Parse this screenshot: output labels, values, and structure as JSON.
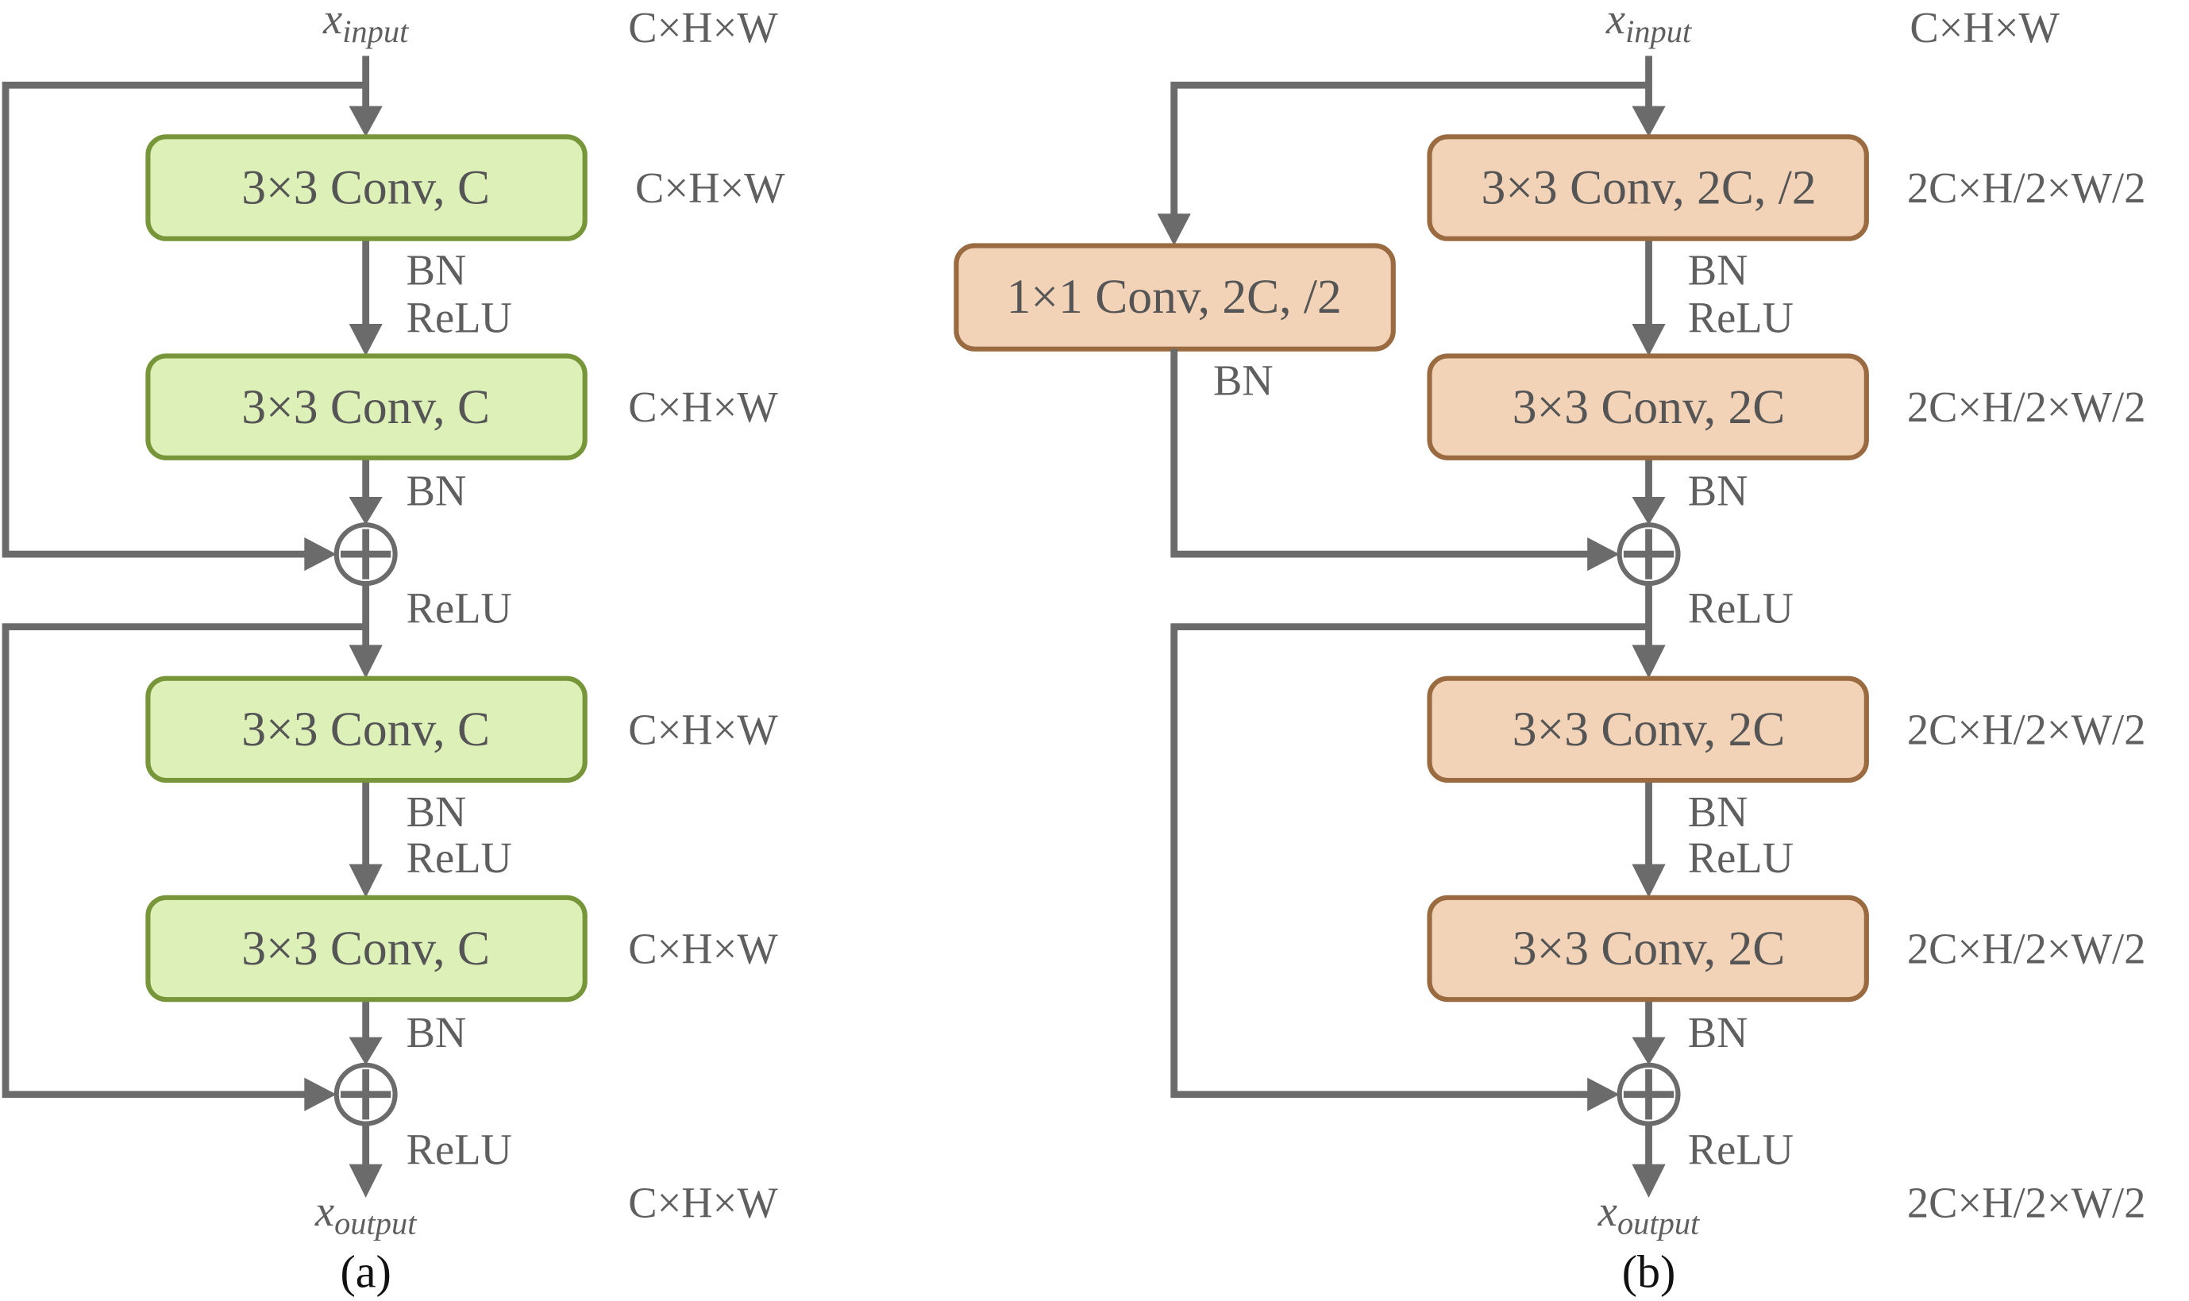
{
  "colors": {
    "line": "#6b6b6b",
    "text": "#5f5f5f",
    "green_fill": "#ddf0b8",
    "green_border": "#77963a",
    "orange_fill": "#f2d3b8",
    "orange_border": "#9a6a40",
    "caption": "#111111"
  },
  "panel_a": {
    "caption": "(a)",
    "input": {
      "base": "x",
      "sub": "input",
      "dim": "C×H×W"
    },
    "output": {
      "base": "x",
      "sub": "output",
      "dim": "C×H×W"
    },
    "blocks": [
      {
        "label": "3×3 Conv, C",
        "dim": "C×H×W"
      },
      {
        "label": "3×3 Conv, C",
        "dim": "C×H×W"
      },
      {
        "label": "3×3 Conv, C",
        "dim": "C×H×W"
      },
      {
        "label": "3×3 Conv, C",
        "dim": "C×H×W"
      }
    ],
    "ops": {
      "after_block1": [
        "BN",
        "ReLU"
      ],
      "after_block2": [
        "BN"
      ],
      "after_sum1": [
        "ReLU"
      ],
      "after_block3": [
        "BN",
        "ReLU"
      ],
      "after_block4": [
        "BN"
      ],
      "after_sum2": [
        "ReLU"
      ]
    }
  },
  "panel_b": {
    "caption": "(b)",
    "input": {
      "base": "x",
      "sub": "input",
      "dim": "C×H×W"
    },
    "output": {
      "base": "x",
      "sub": "output",
      "dim": "2C×H/2×W/2"
    },
    "shortcut": {
      "label": "1×1 Conv, 2C, /2",
      "op": "BN"
    },
    "blocks": [
      {
        "label": "3×3 Conv, 2C, /2",
        "dim": "2C×H/2×W/2"
      },
      {
        "label": "3×3 Conv, 2C",
        "dim": "2C×H/2×W/2"
      },
      {
        "label": "3×3 Conv, 2C",
        "dim": "2C×H/2×W/2"
      },
      {
        "label": "3×3 Conv, 2C",
        "dim": "2C×H/2×W/2"
      }
    ],
    "ops": {
      "after_block1": [
        "BN",
        "ReLU"
      ],
      "after_block2": [
        "BN"
      ],
      "after_sum1": [
        "ReLU"
      ],
      "after_block3": [
        "BN",
        "ReLU"
      ],
      "after_block4": [
        "BN"
      ],
      "after_sum2": [
        "ReLU"
      ]
    }
  }
}
